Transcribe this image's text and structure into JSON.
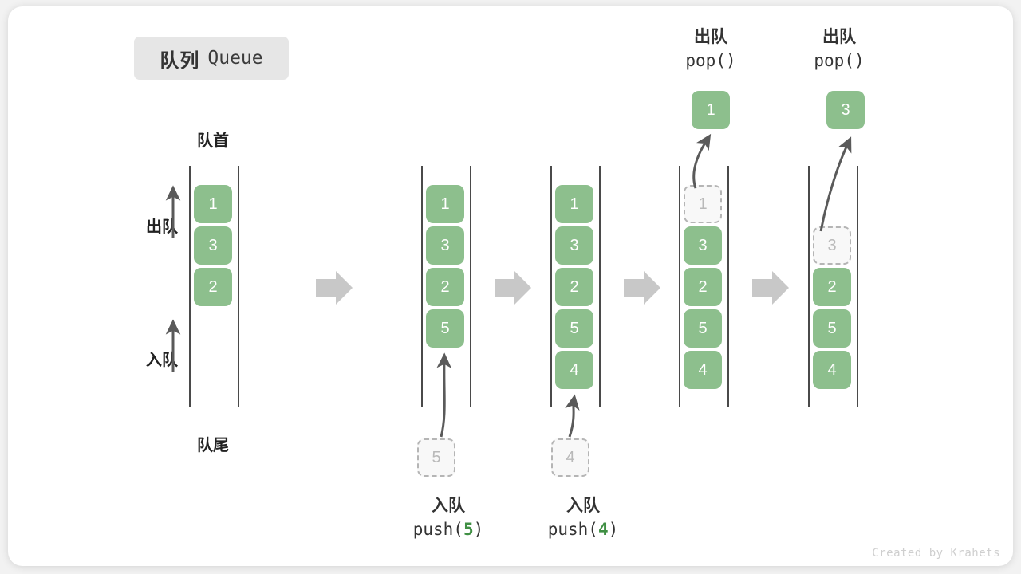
{
  "title": {
    "cn": "队列",
    "en": "Queue"
  },
  "labels": {
    "head": "队首",
    "tail": "队尾",
    "dequeue": "出队",
    "enqueue": "入队"
  },
  "credit": "Created by Krahets",
  "colors": {
    "element": "#8dbf8d",
    "ghost_fill": "#f8f8f8",
    "ghost_border": "#b5b5b5",
    "ghost_text": "#b9b9b9",
    "rail": "#4a4a4a",
    "arrow": "#5a5a5a",
    "step_arrow": "#c8c8c8",
    "badge_bg": "#e6e6e6",
    "text": "#333333",
    "accent_green": "#3f8f43",
    "card_bg": "#ffffff",
    "page_bg": "#f2f2f2"
  },
  "diagram": {
    "type": "queue-operation-sequence",
    "columns": [
      {
        "id": "initial",
        "caption_cn": "",
        "caption_code": "",
        "items": [
          "1",
          "3",
          "2"
        ],
        "ghost": null,
        "popped": null,
        "annotated": true
      },
      {
        "id": "after-push-5",
        "caption_cn": "入队",
        "caption_code": "push(",
        "caption_arg": "5",
        "caption_code_tail": ")",
        "items": [
          "1",
          "3",
          "2",
          "5"
        ],
        "incoming_ghost": "5",
        "popped": null
      },
      {
        "id": "after-push-4",
        "caption_cn": "入队",
        "caption_code": "push(",
        "caption_arg": "4",
        "caption_code_tail": ")",
        "items": [
          "1",
          "3",
          "2",
          "5",
          "4"
        ],
        "incoming_ghost": "4",
        "popped": null
      },
      {
        "id": "after-pop-1",
        "caption_cn": "出队",
        "caption_code": "pop()",
        "ghost_at_head": "1",
        "items": [
          "3",
          "2",
          "5",
          "4"
        ],
        "popped": "1"
      },
      {
        "id": "after-pop-3",
        "caption_cn": "出队",
        "caption_code": "pop()",
        "ghost_at_head": "3",
        "items": [
          "2",
          "5",
          "4"
        ],
        "popped": "3"
      }
    ]
  }
}
